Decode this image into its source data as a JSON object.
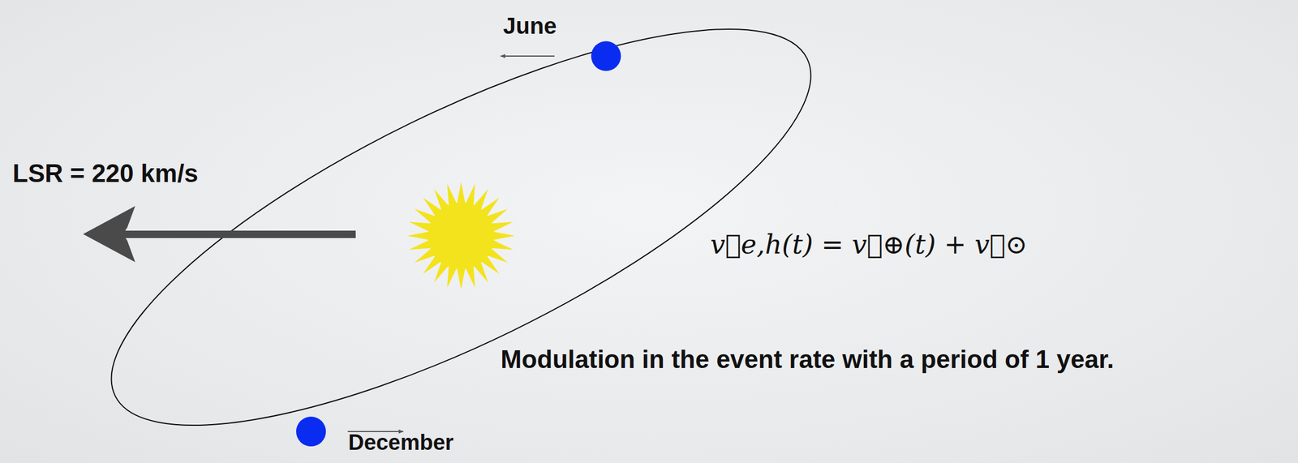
{
  "diagram": {
    "labels": [
      "June",
      "LSR = 220 km/s",
      "v⃗e,h(t) = v⃗⊕(t) + v⃗⊙",
      "Modulation in the event rate with a period of 1 year.",
      "December"
    ]
  }
}
